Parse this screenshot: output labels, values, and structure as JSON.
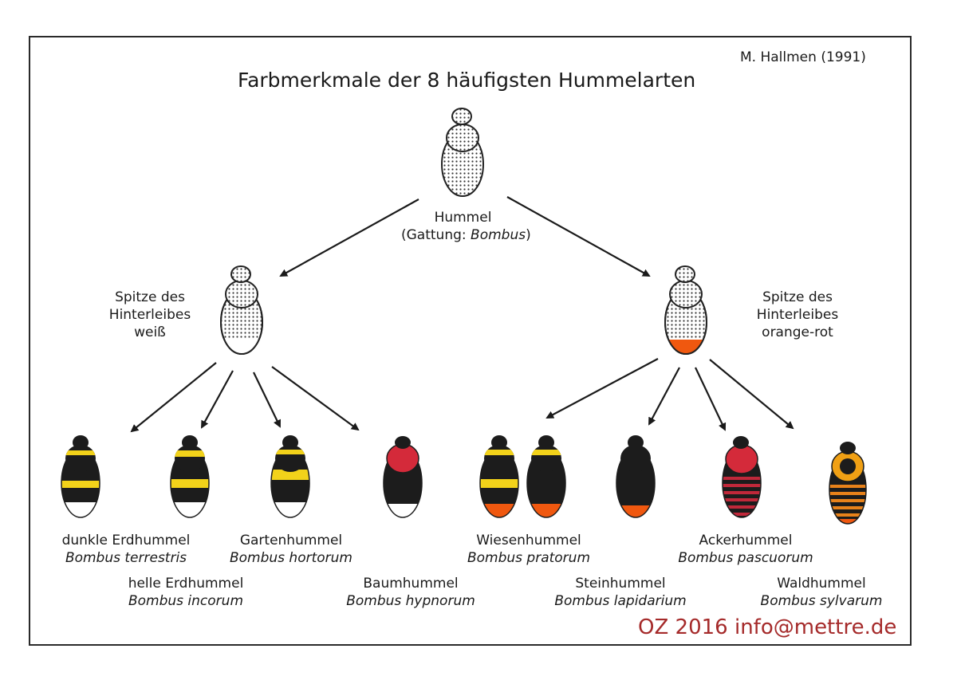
{
  "credit": "M. Hallmen (1991)",
  "title": "Farbmerkmale der 8 häufigsten Hummelarten",
  "root": {
    "name": "Hummel",
    "genus_prefix": "(Gattung: ",
    "genus": "Bombus",
    "genus_suffix": ")"
  },
  "branch_left": {
    "line1": "Spitze des",
    "line2": "Hinterleibes",
    "line3": "weiß"
  },
  "branch_right": {
    "line1": "Spitze des",
    "line2": "Hinterleibes",
    "line3": "orange-rot"
  },
  "species": [
    {
      "common": "dunkle Erdhummel",
      "scientific": "Bombus terrestris"
    },
    {
      "common": "helle Erdhummel",
      "scientific": "Bombus incorum"
    },
    {
      "common": "Gartenhummel",
      "scientific": "Bombus hortorum"
    },
    {
      "common": "Baumhummel",
      "scientific": "Bombus hypnorum"
    },
    {
      "common": "Wiesenhummel",
      "scientific": "Bombus pratorum"
    },
    {
      "common": "Steinhummel",
      "scientific": "Bombus lapidarium"
    },
    {
      "common": "Ackerhummel",
      "scientific": "Bombus pascuorum"
    },
    {
      "common": "Waldhummel",
      "scientific": "Bombus sylvarum"
    }
  ],
  "footer": "OZ 2016 info@mettre.de",
  "colors": {
    "black": "#1c1c1c",
    "yellow": "#f2d21a",
    "white": "#ffffff",
    "orange": "#f0580f",
    "red": "#d42a3a",
    "footer": "#a52a2a"
  }
}
